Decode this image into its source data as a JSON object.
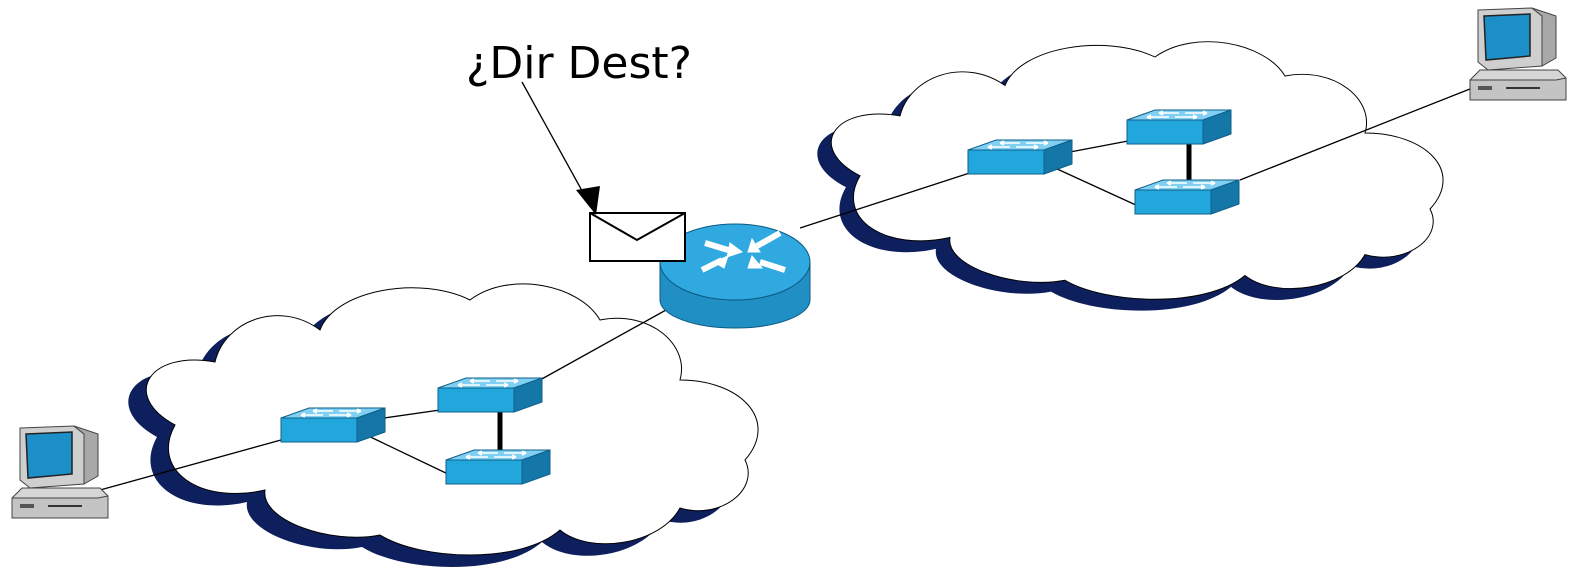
{
  "callout": {
    "text": "¿Dir Dest?"
  },
  "colors": {
    "switch": "#22a7dd",
    "switch_dark": "#1477a8",
    "router": "#2fa9df",
    "cloud_shadow": "#0d1f5c",
    "monitor_screen": "#1c8fc8",
    "pc_body": "#d6d6d6"
  },
  "nodes": {
    "router": {
      "icon": "router-icon"
    },
    "clouds": [
      "network-cloud-left",
      "network-cloud-right"
    ],
    "switches": [
      "switch-icon",
      "switch-icon",
      "switch-icon",
      "switch-icon",
      "switch-icon",
      "switch-icon"
    ],
    "hosts": [
      "computer-icon-left",
      "computer-icon-right"
    ],
    "packet": "envelope-icon"
  }
}
